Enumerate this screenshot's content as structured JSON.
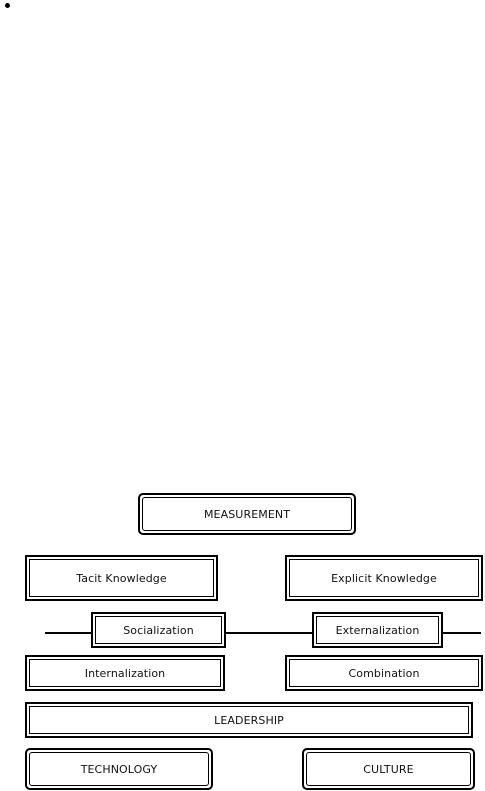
{
  "diagram": {
    "top": {
      "measurement": "MEASUREMENT"
    },
    "knowledge_types": {
      "tacit": "Tacit Knowledge",
      "explicit": "Explicit Knowledge"
    },
    "conversions": {
      "socialization": "Socialization",
      "externalization": "Externalization",
      "internalization": "Internalization",
      "combination": "Combination"
    },
    "foundation": {
      "leadership": "LEADERSHIP",
      "technology": "TECHNOLOGY",
      "culture": "CULTURE"
    }
  }
}
